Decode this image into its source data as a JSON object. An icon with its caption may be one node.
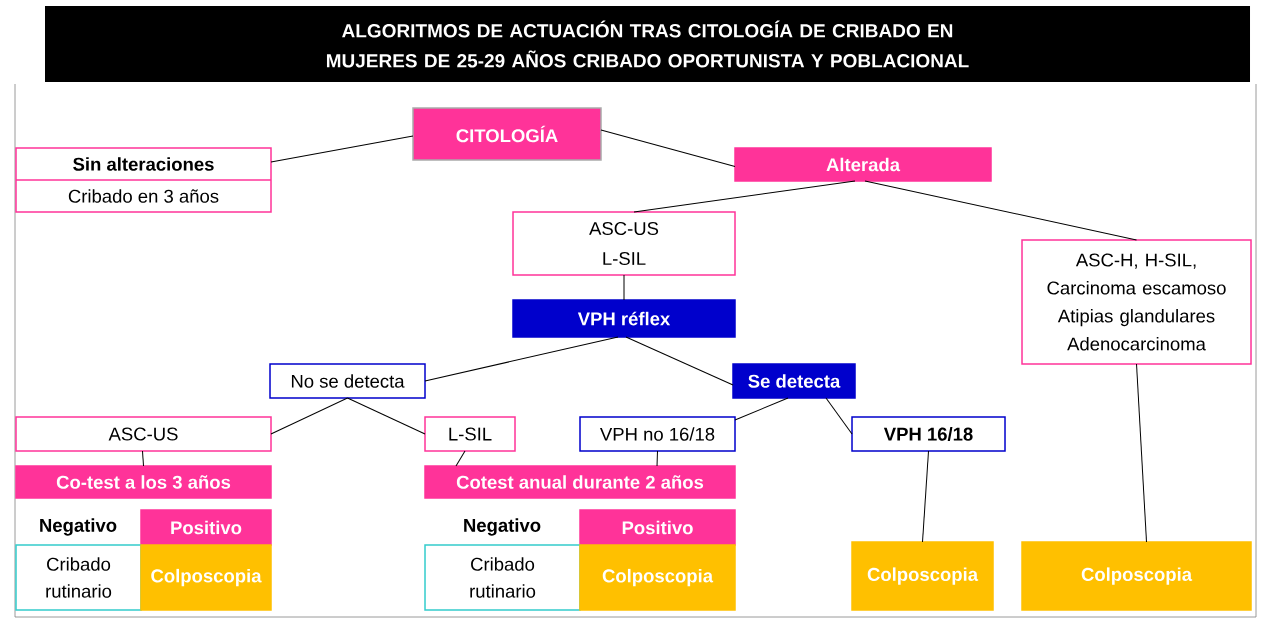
{
  "diagram": {
    "title": "ALGORITMOS DE ACTUACIÓN TRAS CITOLOGÍA DE CRIBADO EN MUJERES DE 25-29 AÑOS CRIBADO OPORTUNISTA Y POBLACIONAL",
    "nodes": [
      {
        "text": [
          "CITOLOGÍA"
        ]
      },
      {
        "text": [
          "Sin alteraciones",
          "Cribado en 3 años"
        ]
      },
      {
        "text": [
          "Alterada"
        ]
      },
      {
        "text": [
          "ASC-US L-SIL"
        ]
      },
      {
        "text": [
          "VPH réflex"
        ]
      },
      {
        "text": [
          "ASC-H, H-SIL, Carcinoma escamoso Atipias glandulares Adenocarcinoma"
        ]
      },
      {
        "text": [
          "No se detecta"
        ]
      },
      {
        "text": [
          "Se detecta"
        ]
      },
      {
        "text": [
          "ASC-US"
        ]
      },
      {
        "text": [
          "L-SIL"
        ]
      },
      {
        "text": [
          "VPH no 16/18"
        ]
      },
      {
        "text": [
          "VPH 16/18"
        ]
      },
      {
        "text": [
          "Co-test a los 3 años"
        ]
      },
      {
        "text": [
          "Cotest anual durante 2 años"
        ]
      },
      {
        "text": [
          "Negativo"
        ]
      },
      {
        "text": [
          "Positivo"
        ]
      },
      {
        "text": [
          "Cribado rutinario"
        ]
      },
      {
        "text": [
          "Colposcopia"
        ]
      },
      {
        "text": [
          "Negativo"
        ]
      },
      {
        "text": [
          "Positivo"
        ]
      },
      {
        "text": [
          "Cribado rutinario"
        ]
      },
      {
        "text": [
          "Colposcopia"
        ]
      },
      {
        "text": [
          "Colposcopia"
        ]
      },
      {
        "text": [
          "Colposcopia"
        ]
      }
    ],
    "edges": [
      {
        "from": 0,
        "to": 1,
        "arrow": "none"
      },
      {
        "from": 0,
        "to": 2,
        "arrow": "none"
      },
      {
        "from": 2,
        "to": 3,
        "arrow": "none"
      },
      {
        "from": 2,
        "to": 5,
        "arrow": "none"
      },
      {
        "from": 3,
        "to": 4,
        "arrow": "none"
      },
      {
        "from": 4,
        "to": 6,
        "arrow": "none"
      },
      {
        "from": 4,
        "to": 7,
        "arrow": "none"
      },
      {
        "from": 6,
        "to": 8,
        "arrow": "none"
      },
      {
        "from": 6,
        "to": 9,
        "arrow": "none"
      },
      {
        "from": 7,
        "to": 10,
        "arrow": "none"
      },
      {
        "from": 7,
        "to": 11,
        "arrow": "none"
      },
      {
        "from": 8,
        "to": 12,
        "arrow": "none"
      },
      {
        "from": 9,
        "to": 13,
        "arrow": "none"
      },
      {
        "from": 10,
        "to": 13,
        "arrow": "none"
      },
      {
        "from": 11,
        "to": 22,
        "arrow": "none"
      },
      {
        "from": 5,
        "to": 23,
        "arrow": "none"
      }
    ]
  }
}
